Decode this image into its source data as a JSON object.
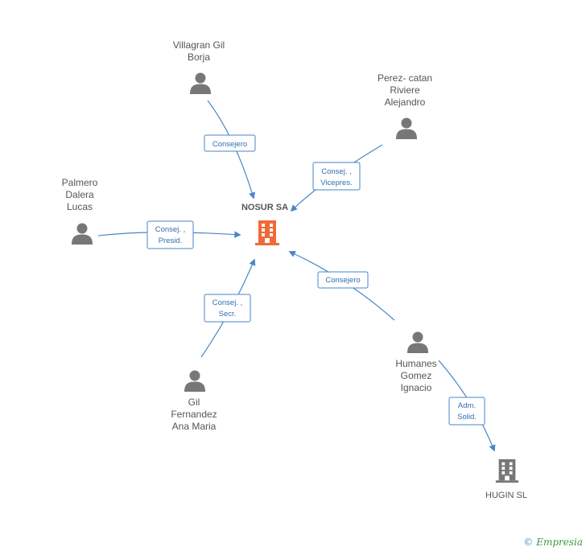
{
  "companies": {
    "main": {
      "name": "NOSUR SA",
      "color": "#f06a35"
    },
    "hugin": {
      "name": "HUGIN SL",
      "color": "#777777"
    }
  },
  "people": {
    "villagran": [
      "Villagran Gil",
      "Borja"
    ],
    "perez": [
      "Perez- catan",
      "Riviere",
      "Alejandro"
    ],
    "palmero": [
      "Palmero",
      "Dalera",
      "Lucas"
    ],
    "gil": [
      "Gil",
      "Fernandez",
      "Ana Maria"
    ],
    "humanes": [
      "Humanes",
      "Gomez",
      "Ignacio"
    ]
  },
  "roles": {
    "villagran": [
      "Consejero"
    ],
    "perez": [
      "Consej. ,",
      "Vicepres."
    ],
    "palmero": [
      "Consej. ,",
      "Presid."
    ],
    "gil": [
      "Consej. ,",
      "Secr."
    ],
    "humanes": [
      "Consejero"
    ],
    "humanes_hugin": [
      "Adm.",
      "Solid."
    ]
  },
  "colors": {
    "edge": "#4a86c8",
    "person": "#777777",
    "label_border": "#4a86c8"
  },
  "footer": {
    "copyright": "©",
    "brand": "Empresia"
  }
}
